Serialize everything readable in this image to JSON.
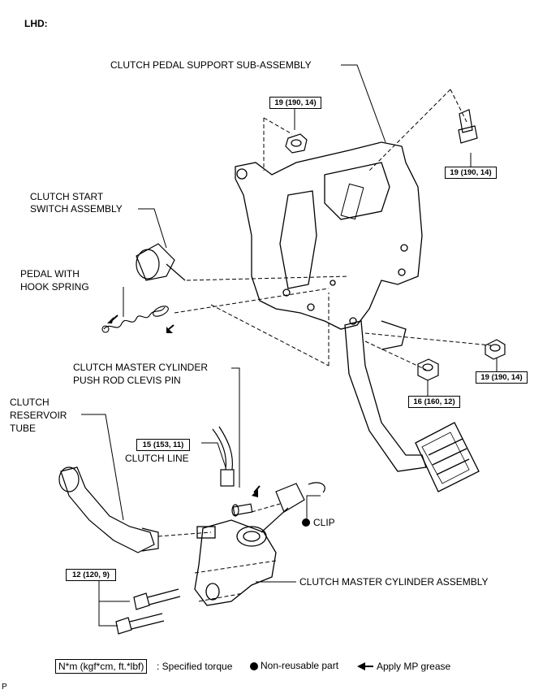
{
  "heading": "LHD:",
  "labels": {
    "pedal_support": "CLUTCH PEDAL SUPPORT SUB-ASSEMBLY",
    "start_switch_1": "CLUTCH START",
    "start_switch_2": "SWITCH ASSEMBLY",
    "hook_spring_1": "PEDAL WITH",
    "hook_spring_2": "HOOK SPRING",
    "clevis_pin_1": "CLUTCH MASTER CYLINDER",
    "clevis_pin_2": "PUSH ROD CLEVIS PIN",
    "reservoir_1": "CLUTCH",
    "reservoir_2": "RESERVOIR",
    "reservoir_3": "TUBE",
    "clutch_line": "CLUTCH LINE",
    "clip": "CLIP",
    "master_cylinder": "CLUTCH MASTER CYLINDER ASSEMBLY"
  },
  "torques": {
    "nut_top": "19 (190, 14)",
    "bolt_top_right": "19 (190, 14)",
    "nut_right": "19 (190, 14)",
    "nut_lower": "16 (160, 12)",
    "clutch_line": "15 (153, 11)",
    "cylinder_bolts": "12 (120, 9)"
  },
  "legend": {
    "unit": "N*m (kgf*cm, ft.*lbf)",
    "torque_text": ": Specified torque",
    "non_reusable": "Non-reusable part",
    "grease": "Apply MP grease"
  },
  "footer_code": "P"
}
